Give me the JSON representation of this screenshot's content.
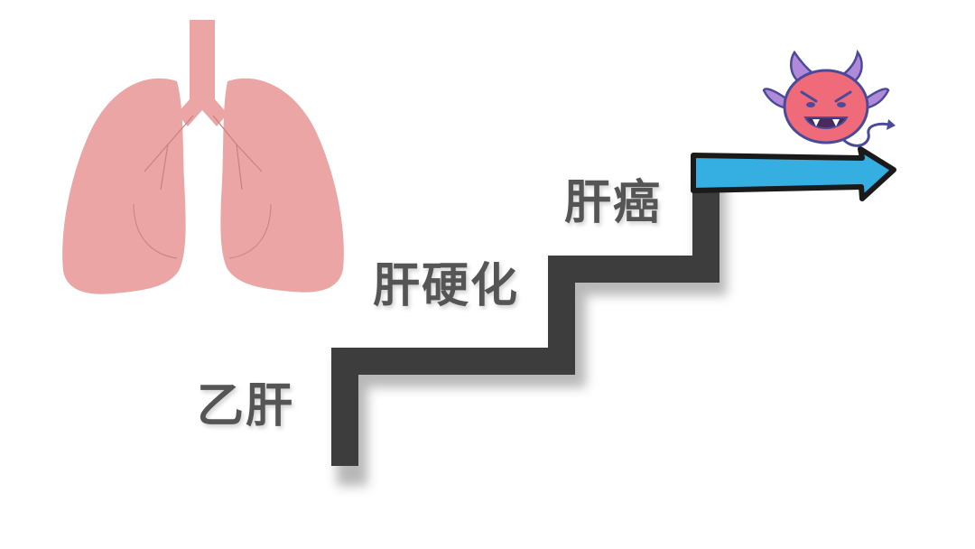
{
  "stages": [
    {
      "label": "乙肝"
    },
    {
      "label": "肝硬化"
    },
    {
      "label": "肝癌"
    }
  ],
  "colors": {
    "background": "#ffffff",
    "stairs": "#3d3d3d",
    "label_text": "#555555",
    "organ": "#eba5a5",
    "organ_line": "#c98080",
    "arrow_fill": "#35aee2",
    "arrow_outline": "#1a1a1a",
    "devil_face": "#f06b7a",
    "devil_horn": "#b08ad9"
  },
  "icons": {
    "organ": "lungs-icon",
    "progress_arrow": "arrow-right-icon",
    "danger": "devil-icon"
  }
}
